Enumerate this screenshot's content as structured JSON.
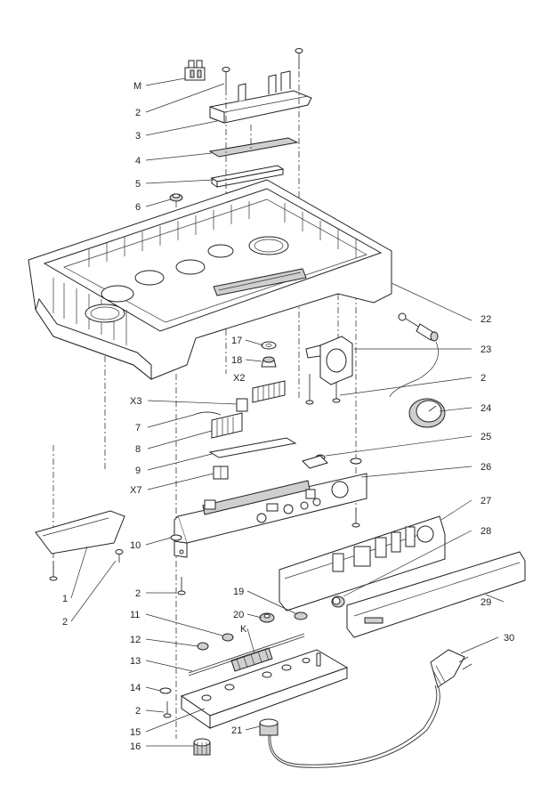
{
  "labels": {
    "M": "M",
    "n2": "2",
    "n3": "3",
    "n4": "4",
    "n5": "5",
    "n6": "6",
    "n22": "22",
    "n17": "17",
    "n18": "18",
    "n23": "23",
    "n24": "24",
    "X3": "X3",
    "X2": "X2",
    "n7": "7",
    "n8": "8",
    "n9": "9",
    "X7": "X7",
    "n25": "25",
    "n26": "26",
    "n27": "27",
    "n28": "28",
    "n29": "29",
    "n10": "10",
    "n1": "1",
    "n19": "19",
    "n20": "20",
    "n11": "11",
    "K": "K",
    "n12": "12",
    "n13": "13",
    "n14": "14",
    "n15": "15",
    "n16": "16",
    "n21": "21",
    "n30": "30"
  }
}
